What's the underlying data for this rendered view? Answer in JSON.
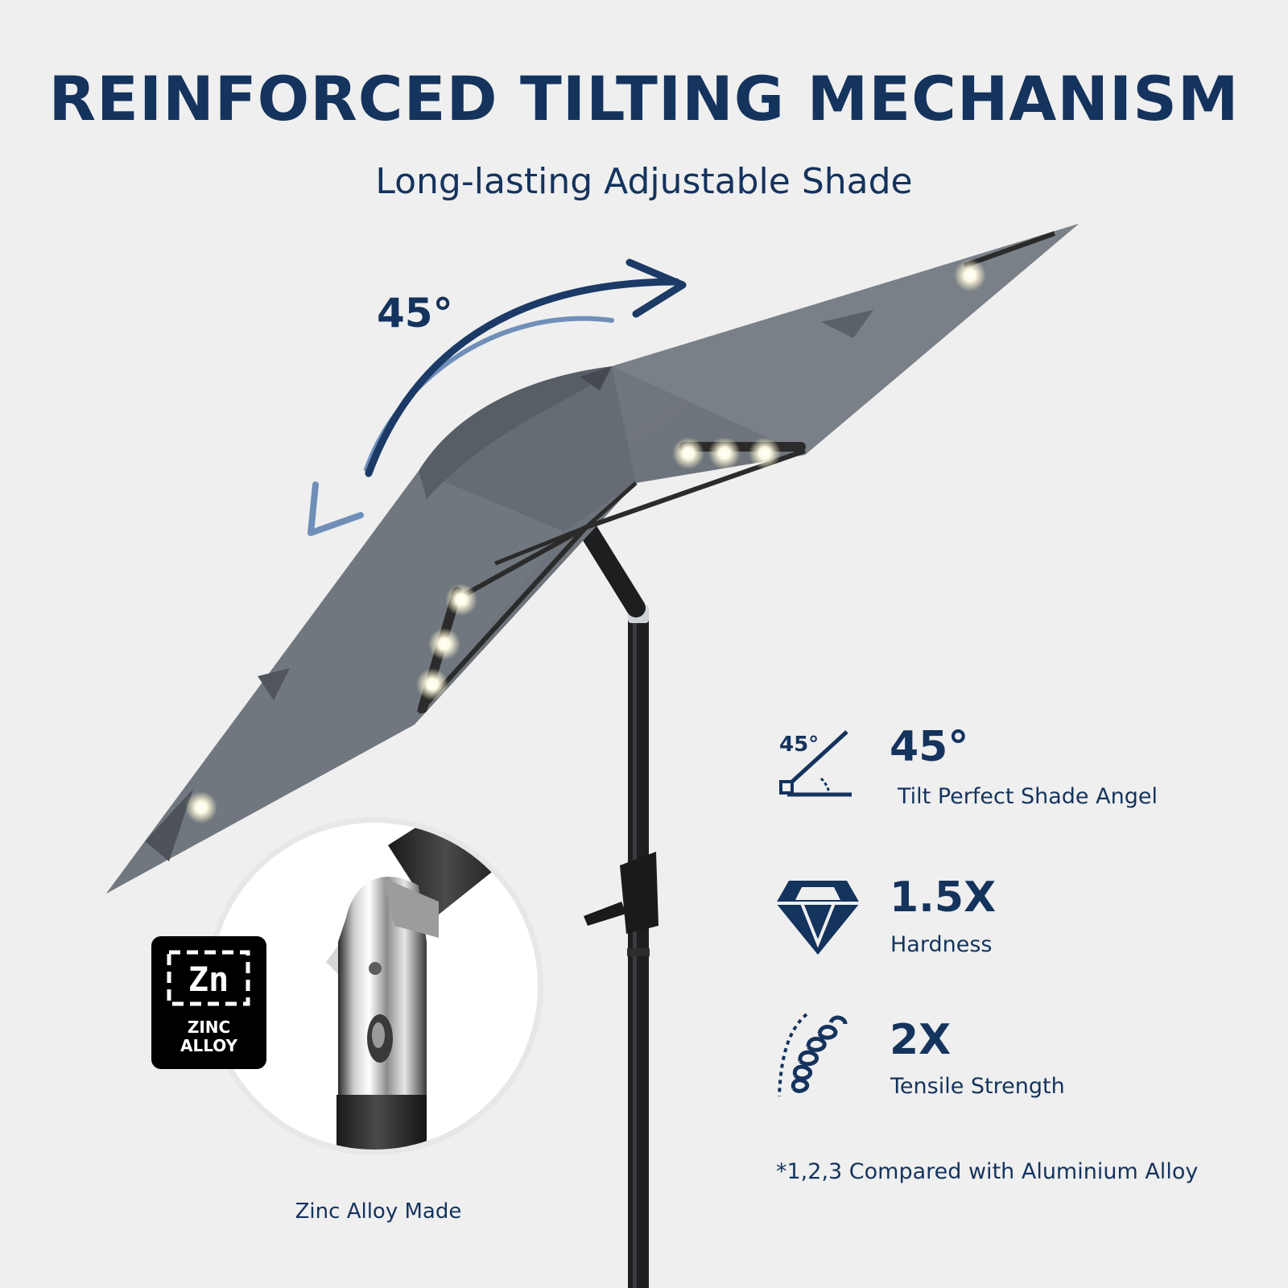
{
  "header": {
    "title": "REINFORCED TILTING MECHANISM",
    "subtitle": "Long-lasting Adjustable Shade"
  },
  "hero": {
    "tilt_label": "45°",
    "canopy_color": "#6f757c",
    "pole_color": "#1d1e20",
    "arrow_color": "#1b3a66"
  },
  "features": [
    {
      "icon": "tilt-angle-icon",
      "icon_text": "45°",
      "value": "45°",
      "description": "Tilt Perfect Shade Angel"
    },
    {
      "icon": "diamond-icon",
      "value": "1.5X",
      "description": "Hardness"
    },
    {
      "icon": "spring-icon",
      "value": "2X",
      "description": "Tensile Strength"
    }
  ],
  "footnote": "*1,2,3 Compared with Aluminium Alloy",
  "material": {
    "badge_symbol": "Zn",
    "badge_lines": [
      "ZINC",
      "ALLOY"
    ],
    "caption": "Zinc Alloy Made"
  },
  "colors": {
    "background": "#efefef",
    "accent": "#14335d"
  }
}
